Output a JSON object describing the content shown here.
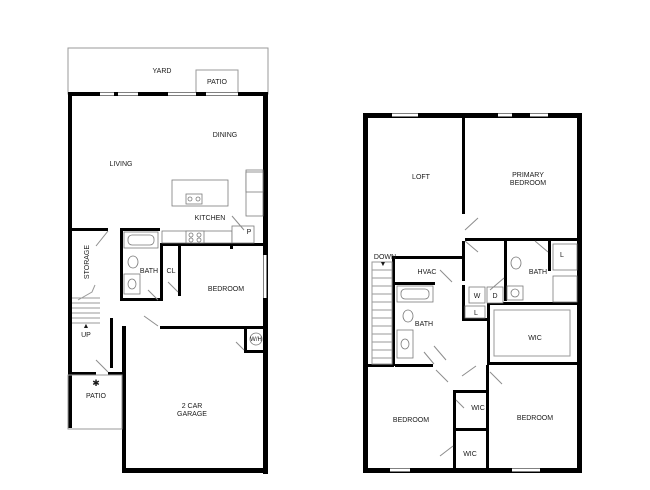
{
  "first_floor": {
    "labels": {
      "yard": "YARD",
      "patio_top": "PATIO",
      "dining": "DINING",
      "living": "LIVING",
      "kitchen": "KITCHEN",
      "pantry": "P",
      "storage": "STORAGE",
      "bath": "BATH",
      "closet": "CL",
      "bedroom": "BEDROOM",
      "stairs_up": "UP",
      "water_heater": "W/H",
      "garage_line1": "2 CAR",
      "garage_line2": "GARAGE",
      "patio_bottom": "PATIO"
    }
  },
  "second_floor": {
    "labels": {
      "loft": "LOFT",
      "primary_line1": "PRIMARY",
      "primary_line2": "BEDROOM",
      "stairs_down": "DOWN",
      "hvac": "HVAC",
      "bath_primary": "BATH",
      "linen": "L",
      "washer": "W",
      "dryer": "D",
      "laundry_linen": "L",
      "bath_hall": "BATH",
      "wic_primary": "WIC",
      "bedroom_left": "BEDROOM",
      "wic_hall": "WIC",
      "bedroom_right": "BEDROOM",
      "wic_bottom": "WIC"
    }
  }
}
